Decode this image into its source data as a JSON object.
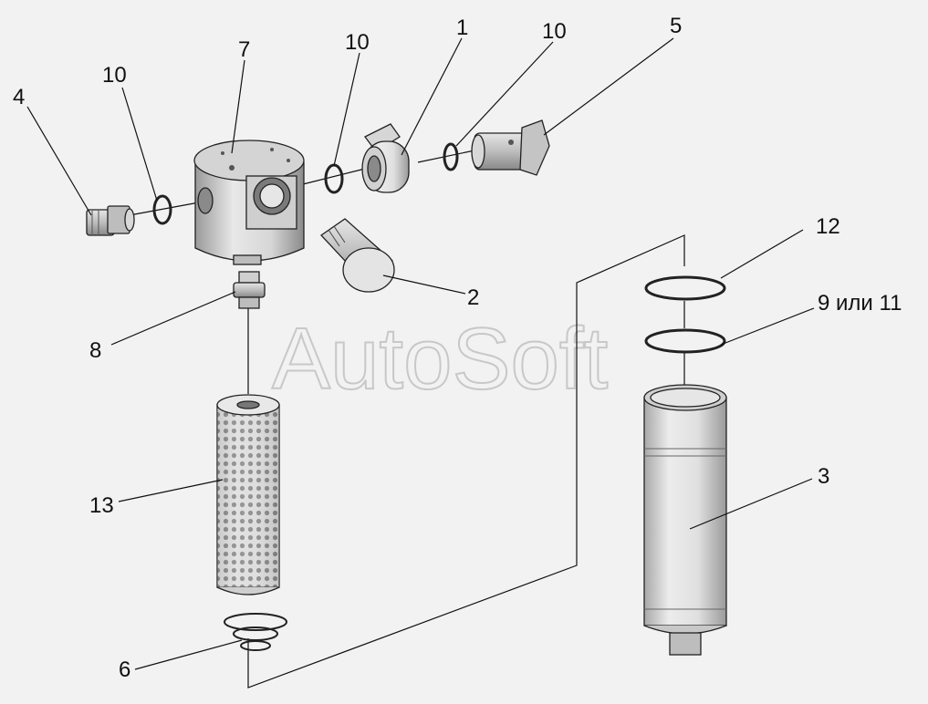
{
  "watermark": "AutoSoft",
  "callouts": {
    "c1": "1",
    "c2": "2",
    "c3": "3",
    "c4": "4",
    "c5": "5",
    "c6": "6",
    "c7": "7",
    "c8": "8",
    "c9_11": "9 или 11",
    "c10a": "10",
    "c10b": "10",
    "c10c": "10",
    "c12": "12",
    "c13": "13"
  }
}
